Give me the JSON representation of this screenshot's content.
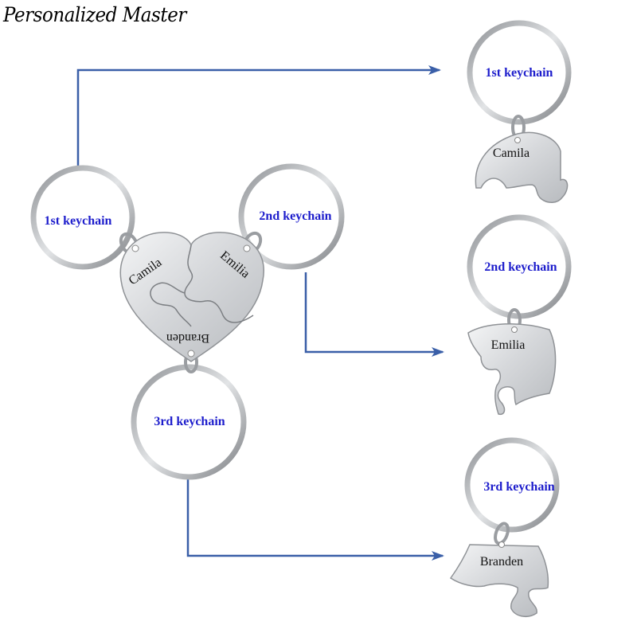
{
  "brand": {
    "watermark": "Personalized Master"
  },
  "colors": {
    "label": "#1d1dcc",
    "arrow": "#3a5fa8",
    "metal": "#d8dadd",
    "ring": "#c9cbce"
  },
  "combined": {
    "labels": [
      "1st keychain",
      "2nd keychain",
      "3rd keychain"
    ],
    "names": [
      "Camila",
      "Emilia",
      "Branden"
    ]
  },
  "separate": [
    {
      "label": "1st keychain",
      "name": "Camila"
    },
    {
      "label": "2nd keychain",
      "name": "Emilia"
    },
    {
      "label": "3rd keychain",
      "name": "Branden"
    }
  ]
}
